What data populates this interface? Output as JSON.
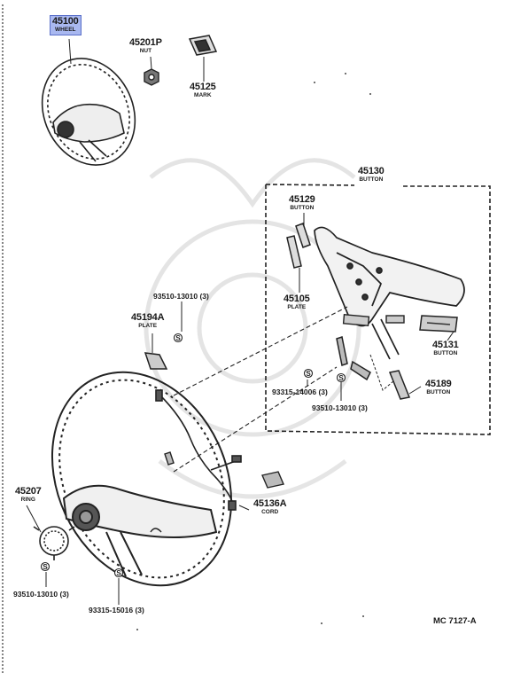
{
  "highlight_color": "#a9b8f0",
  "parts": {
    "wheel": {
      "number": "45100",
      "name": "WHEEL"
    },
    "nut": {
      "number": "45201P",
      "name": "NUT"
    },
    "mark": {
      "number": "45125",
      "name": "MARK"
    },
    "button_assy": {
      "number": "45130",
      "name": "BUTTON"
    },
    "button_45129": {
      "number": "45129",
      "name": "BUTTON"
    },
    "plate_45105": {
      "number": "45105",
      "name": "PLATE"
    },
    "button_45131": {
      "number": "45131",
      "name": "BUTTON"
    },
    "button_45189": {
      "number": "45189",
      "name": "BUTTON"
    },
    "plate_45194a": {
      "number": "45194A",
      "name": "PLATE"
    },
    "ring": {
      "number": "45207",
      "name": "RING"
    },
    "cord": {
      "number": "45136A",
      "name": "CORD"
    }
  },
  "screws": {
    "s1": "93510-13010 (3)",
    "s2": "93315-14006 (3)",
    "s3": "93510-13010 (3)",
    "s4": "93510-13010 (3)",
    "s5": "93315-15016 (3)"
  },
  "figure_ref": "MC 7127-A",
  "screw_symbol": "S"
}
